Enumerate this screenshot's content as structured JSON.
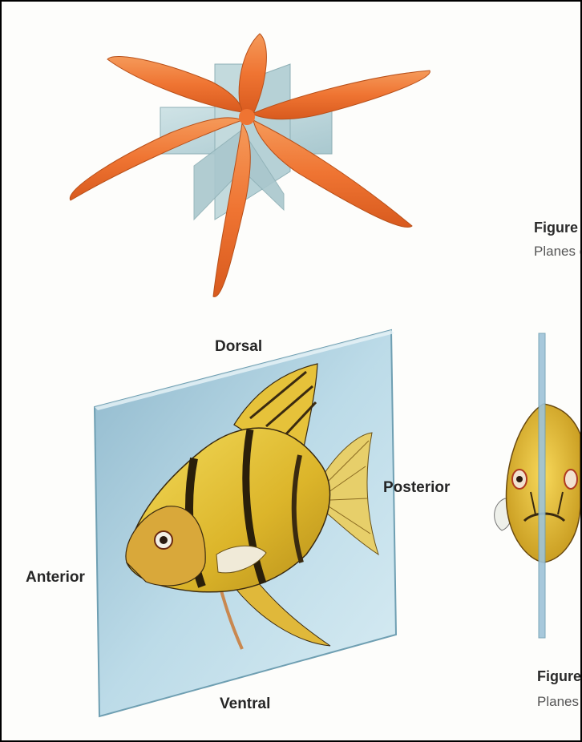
{
  "labels": {
    "dorsal": "Dorsal",
    "ventral": "Ventral",
    "anterior": "Anterior",
    "posterior": "Posterior"
  },
  "captions": [
    {
      "title": "Figure",
      "text": "Planes o"
    },
    {
      "title": "Figure",
      "text": "Planes"
    }
  ],
  "illustrations": [
    {
      "name": "starfish-radial-planes",
      "colors": {
        "body": "#f07a3a",
        "plane": "#bcd6d9"
      }
    },
    {
      "name": "angelfish-sagittal-plane",
      "colors": {
        "body": "#e9c93a",
        "plane": "#9fc6d8"
      }
    },
    {
      "name": "fish-front-view-plane",
      "colors": {
        "body": "#ecc43a",
        "plane": "#9ec3d8"
      }
    }
  ]
}
